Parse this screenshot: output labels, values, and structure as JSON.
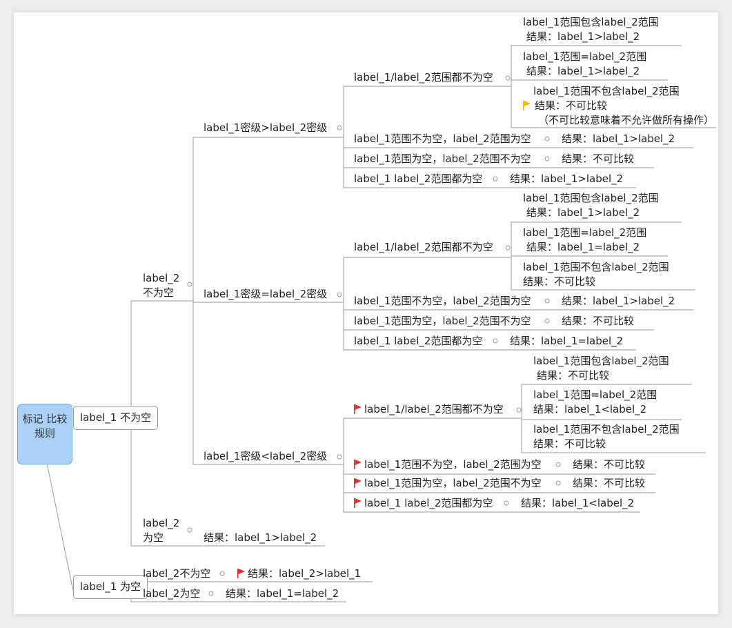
{
  "root": {
    "label": [
      "标记",
      "比较",
      "规则"
    ]
  },
  "colors": {
    "line": "#9a9a9a",
    "root_fill": "#a9d1f7",
    "flag_red": "#e03030",
    "flag_yellow": "#f5b800"
  },
  "n1": {
    "label": [
      "label_1",
      "不为空"
    ]
  },
  "n2": {
    "label": [
      "label_1",
      "为空"
    ]
  },
  "n1a": {
    "label": [
      "label_2",
      "不为空"
    ]
  },
  "n1b": {
    "label": [
      "label_2",
      "为空"
    ],
    "result": "结果：label_1>label_2"
  },
  "g1": {
    "title": "label_1密级>label_2密级",
    "both": "label_1/label_2范围都不为空",
    "leaves": [
      [
        "label_1范围包含label_2范围",
        "结果：label_1>label_2"
      ],
      [
        "label_1范围=label_2范围",
        "结果：label_1>label_2"
      ],
      [
        "label_1范围不包含label_2范围",
        "结果：不可比较",
        "（不可比较意味着不允许做所有操作）"
      ]
    ],
    "rows": [
      {
        "cond": "label_1范围不为空，label_2范围为空",
        "result": "结果：label_1>label_2"
      },
      {
        "cond": "label_1范围为空，label_2范围不为空",
        "result": "结果：不可比较"
      },
      {
        "cond": "label_1 label_2范围都为空",
        "result": "结果：label_1>label_2"
      }
    ]
  },
  "g2": {
    "title": "label_1密级=label_2密级",
    "both": "label_1/label_2范围都不为空",
    "leaves": [
      [
        "label_1范围包含label_2范围",
        "结果：label_1>label_2"
      ],
      [
        "label_1范围=label_2范围",
        "结果：label_1=label_2"
      ],
      [
        "label_1范围不包含label_2范围",
        "结果：不可比较"
      ]
    ],
    "rows": [
      {
        "cond": "label_1范围不为空，label_2范围为空",
        "result": "结果：label_1>label_2"
      },
      {
        "cond": "label_1范围为空，label_2范围不为空",
        "result": "结果：不可比较"
      },
      {
        "cond": "label_1 label_2范围都为空",
        "result": "结果：label_1=label_2"
      }
    ]
  },
  "g3": {
    "title": "label_1密级<label_2密级",
    "both": "label_1/label_2范围都不为空",
    "leaves": [
      [
        "label_1范围包含label_2范围",
        "结果：不可比较"
      ],
      [
        "label_1范围=label_2范围",
        "结果：label_1<label_2"
      ],
      [
        "label_1范围不包含label_2范围",
        "结果：不可比较"
      ]
    ],
    "rows": [
      {
        "cond": "label_1范围不为空，label_2范围为空",
        "result": "结果：不可比较"
      },
      {
        "cond": "label_1范围为空，label_2范围不为空",
        "result": "结果：不可比较"
      },
      {
        "cond": "label_1 label_2范围都为空",
        "result": "结果：label_1<label_2"
      }
    ]
  },
  "n2a": {
    "label": "label_2不为空",
    "result": "结果：label_2>label_1"
  },
  "n2b": {
    "label": "label_2为空",
    "result": "结果：label_1=label_2"
  }
}
